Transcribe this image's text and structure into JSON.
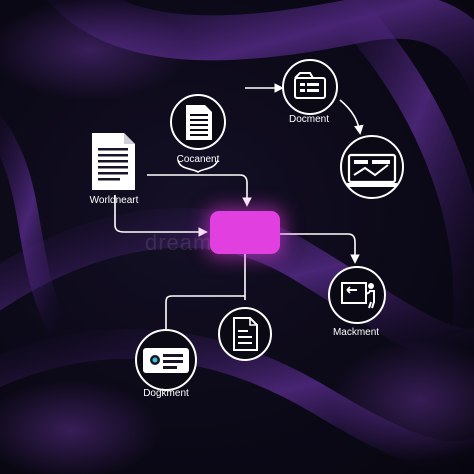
{
  "labels": {
    "document_top_right": "Docment",
    "document_top_center": "Cocanent",
    "worksheet_left": "Worldneart",
    "management_right": "Mackment",
    "document_bottom_left": "Dogkment"
  },
  "watermark": "dreamstime",
  "colors": {
    "background": "#0d0a1a",
    "swirl": "#6b2fa8",
    "hub": "#e23fe0",
    "line": "#ffffff"
  },
  "icons": {
    "folder": "folder-doc-icon",
    "doc_lines": "document-lines-icon",
    "paper": "paper-document-icon",
    "card": "card-screen-icon",
    "presenter": "presentation-board-icon",
    "small_doc": "small-document-icon",
    "id_card": "id-card-icon"
  }
}
